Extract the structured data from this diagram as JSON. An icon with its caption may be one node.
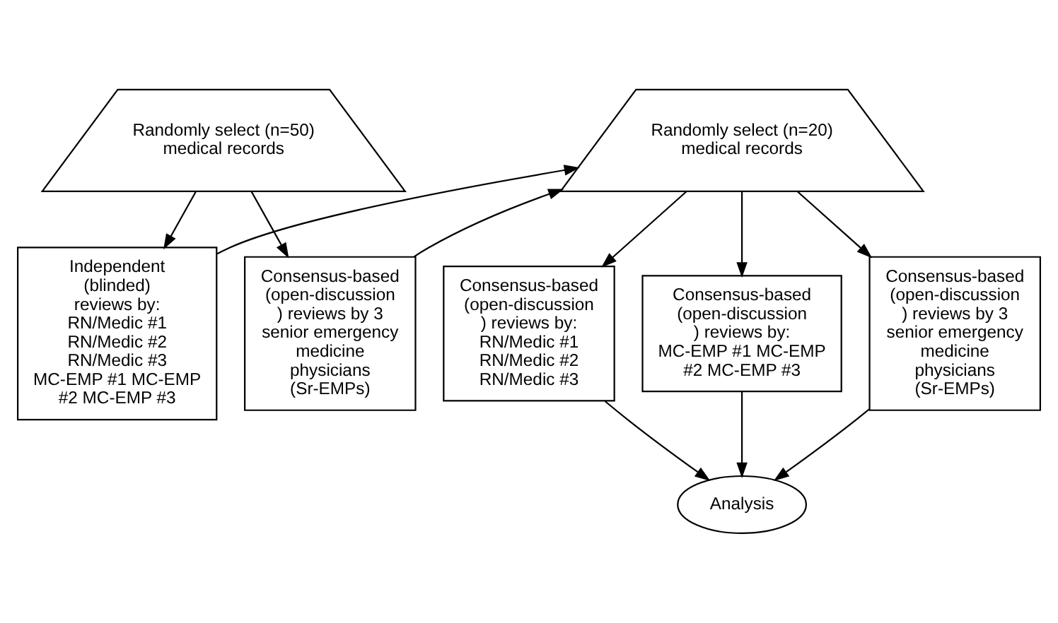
{
  "diagram": {
    "nodes": [
      {
        "text": [
          "Randomly select (n=50) medical records"
        ]
      },
      {
        "text": [
          "Independent (blinded) reviews by: RN/Medic #1 RN/Medic #2 RN/Medic #3 MC-EMP #1 MC-EMP #2 MC-EMP #3"
        ]
      },
      {
        "text": [
          "Consensus-based (open-discussion) reviews by 3 senior emergency medicine physicians (Sr-EMPs)"
        ]
      },
      {
        "text": [
          "Randomly select (n=20) medical records"
        ]
      },
      {
        "text": [
          "Consensus-based (open-discussion) reviews by: RN/Medic #1 RN/Medic #2 RN/Medic #3"
        ]
      },
      {
        "text": [
          "Consensus-based (open-discussion) reviews by: MC-EMP #1 MC-EMP #2 MC-EMP #3"
        ]
      },
      {
        "text": [
          "Consensus-based (open-discussion) reviews by 3 senior emergency medicine physicians (Sr-EMPs)"
        ]
      },
      {
        "text": [
          "Analysis"
        ]
      }
    ],
    "edges": [
      {
        "from": 0,
        "to": 1,
        "arrow": "to"
      },
      {
        "from": 0,
        "to": 2,
        "arrow": "to"
      },
      {
        "from": 1,
        "to": 3,
        "arrow": "to"
      },
      {
        "from": 2,
        "to": 3,
        "arrow": "to"
      },
      {
        "from": 3,
        "to": 4,
        "arrow": "to"
      },
      {
        "from": 3,
        "to": 5,
        "arrow": "to"
      },
      {
        "from": 3,
        "to": 6,
        "arrow": "to"
      },
      {
        "from": 4,
        "to": 7,
        "arrow": "to"
      },
      {
        "from": 5,
        "to": 7,
        "arrow": "to"
      },
      {
        "from": 6,
        "to": 7,
        "arrow": "to"
      }
    ]
  }
}
